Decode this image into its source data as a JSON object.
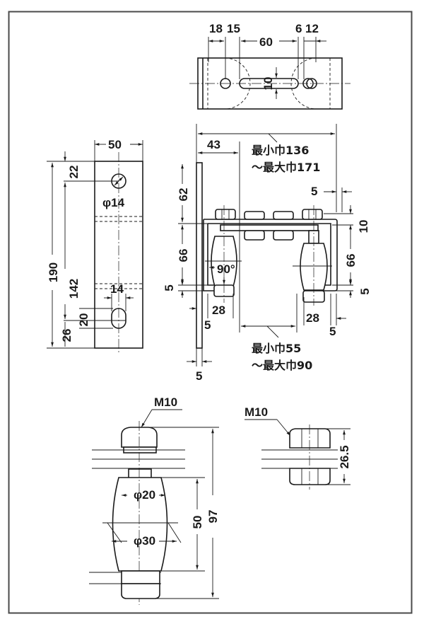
{
  "drawing": {
    "frame_color": "#4a4a4a",
    "line_color": "#1a1a1a",
    "top_view": {
      "dims": [
        "18",
        "15",
        "60",
        "6",
        "12",
        "10"
      ]
    },
    "bracket_view": {
      "width": "50",
      "total_height": "190",
      "top_offset": "22",
      "hole_spacing": "142",
      "bottom_offset": "26",
      "slot_length": "20",
      "slot_width": "14",
      "hole_diameter": "φ14"
    },
    "assembly_view": {
      "offset_43": "43",
      "overall_width_label_1": "最小巾136",
      "overall_width_label_2": "～最大巾171",
      "height_62": "62",
      "height_66_left": "66",
      "height_5_left": "5",
      "angle": "90°",
      "width_28_left": "28",
      "gap_5_left": "5",
      "plate_thickness_5": "5",
      "gap_5_right_top": "5",
      "height_10_right": "10",
      "height_66_right": "66",
      "height_5_right": "5",
      "width_28_right": "28",
      "gap_5_right_bottom": "5",
      "inner_width_label_1": "最小巾55",
      "inner_width_label_2": "～最大巾90"
    },
    "roller_view": {
      "thread": "M10",
      "diameter_top": "φ20",
      "diameter_mid": "φ30",
      "roller_height": "50",
      "total_height": "97"
    },
    "bolt_view": {
      "thread": "M10",
      "height": "26.5"
    }
  }
}
